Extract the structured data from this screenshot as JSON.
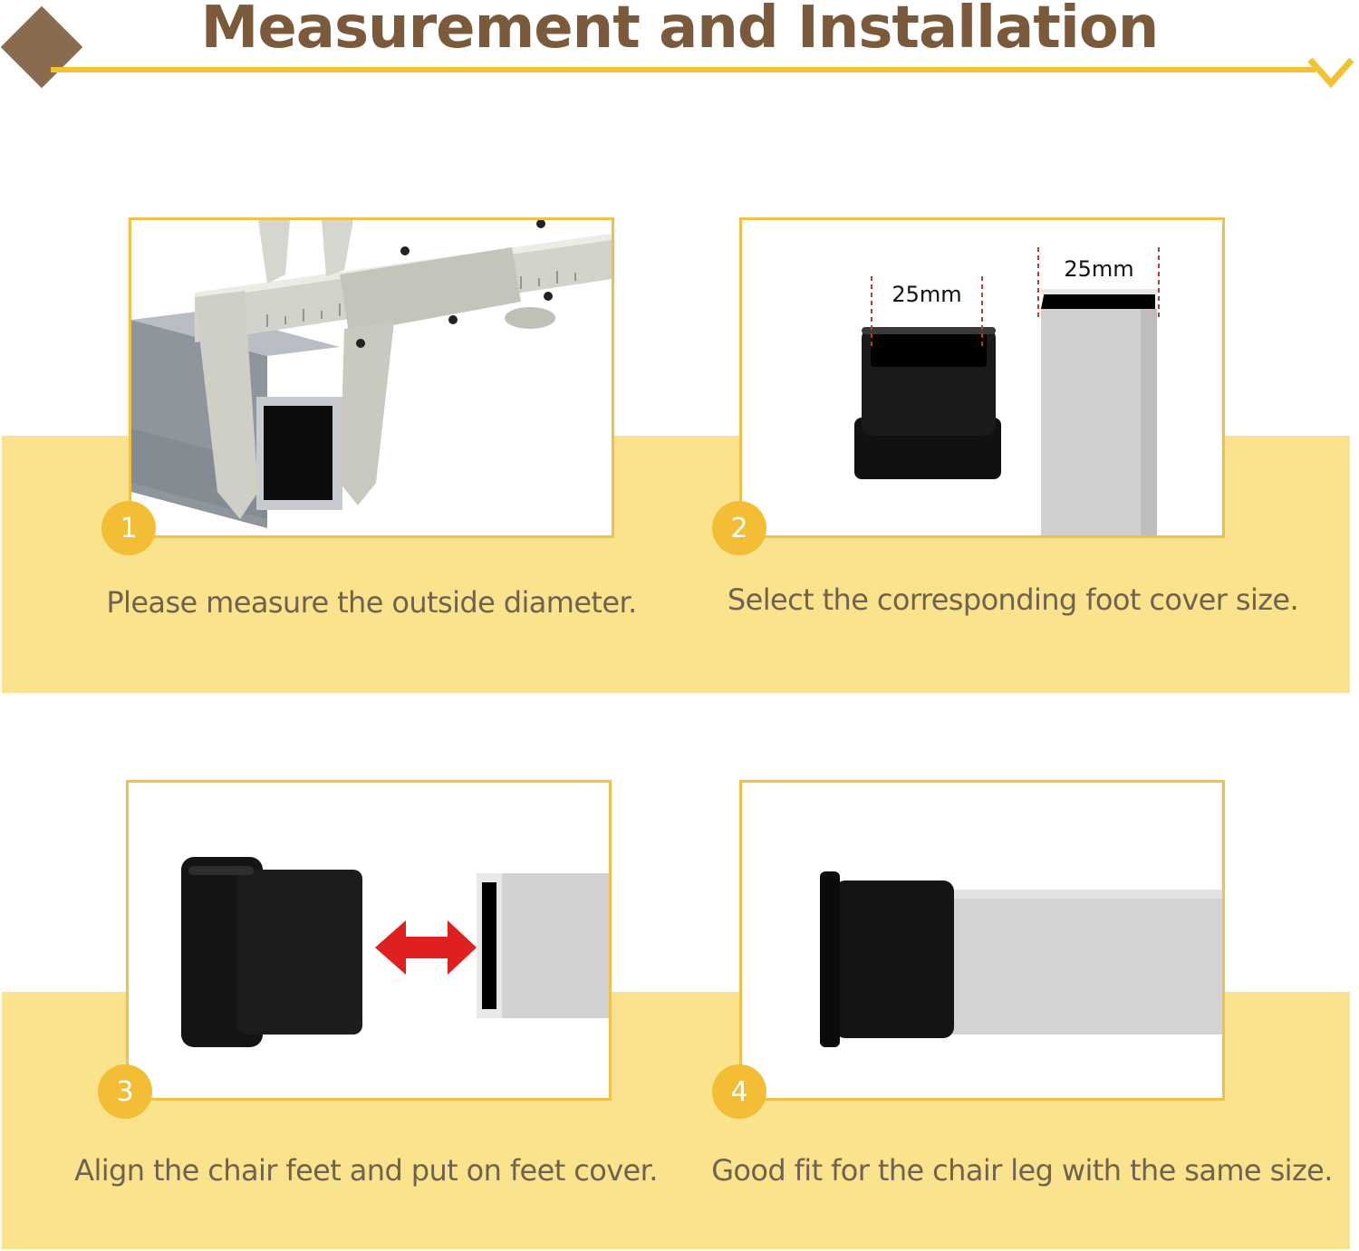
{
  "header": {
    "title": "Measurement and Installation",
    "accent_color": "#f1c232",
    "title_color": "#7a5a3a",
    "diamond_color": "#8a6b4e",
    "chevron_icon": "chevron-down-icon"
  },
  "steps": [
    {
      "number": "1",
      "caption": "Please measure the outside diameter.",
      "image": "caliper-measuring-square-tube"
    },
    {
      "number": "2",
      "caption": "Select the corresponding foot cover size.",
      "image": "foot-cover-and-tube-with-dimensions",
      "labels": {
        "cover_size": "25mm",
        "tube_size": "25mm"
      }
    },
    {
      "number": "3",
      "caption": "Align the chair feet and put on feet cover.",
      "image": "foot-cover-aligned-with-tube-arrow"
    },
    {
      "number": "4",
      "caption": "Good fit for the chair leg with the same size.",
      "image": "foot-cover-installed-on-tube"
    }
  ],
  "colors": {
    "band": "#fbe38e",
    "panel_border": "#efc14a",
    "badge": "#f3bd35",
    "caption_text": "#6f6350",
    "arrow": "#e02020"
  }
}
